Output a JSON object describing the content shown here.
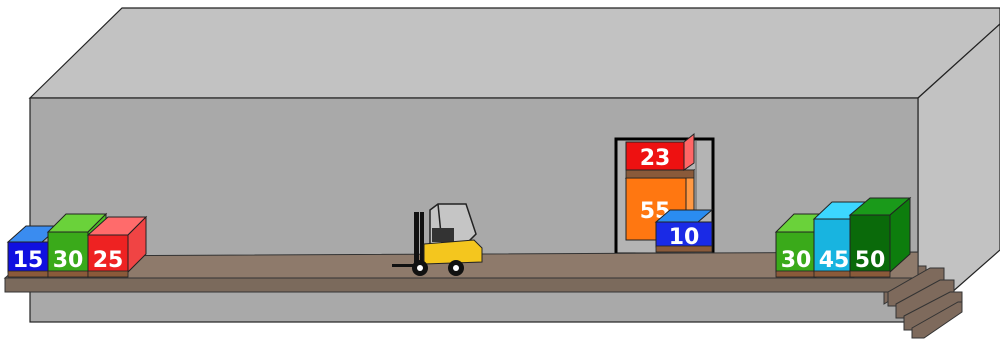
{
  "pallets": {
    "left": [
      {
        "label": "15",
        "color": "#1010e0",
        "light": "#3a8cf0"
      },
      {
        "label": "30",
        "color": "#3aaa1a",
        "light": "#6ad23a"
      },
      {
        "label": "25",
        "color": "#ee2222",
        "light": "#ff6b6b"
      }
    ],
    "shelf": [
      {
        "label": "23",
        "color": "#ee1111",
        "light": "#ff6666"
      },
      {
        "label": "55",
        "color": "#ff7711",
        "light": "#ffaa66"
      },
      {
        "label": "10",
        "color": "#1a2ae6",
        "light": "#2a8cf0"
      }
    ],
    "right": [
      {
        "label": "30",
        "color": "#3aaa1a",
        "light": "#6ad23a"
      },
      {
        "label": "45",
        "color": "#18b4e0",
        "light": "#3cd6ff"
      },
      {
        "label": "50",
        "color": "#0a6a0a",
        "light": "#1a9a1a"
      }
    ]
  },
  "colors": {
    "wall": "#a9a9a9",
    "roof": "#c2c2c2",
    "floor": "#8e7a6b",
    "forklift": "#f4c61e"
  }
}
